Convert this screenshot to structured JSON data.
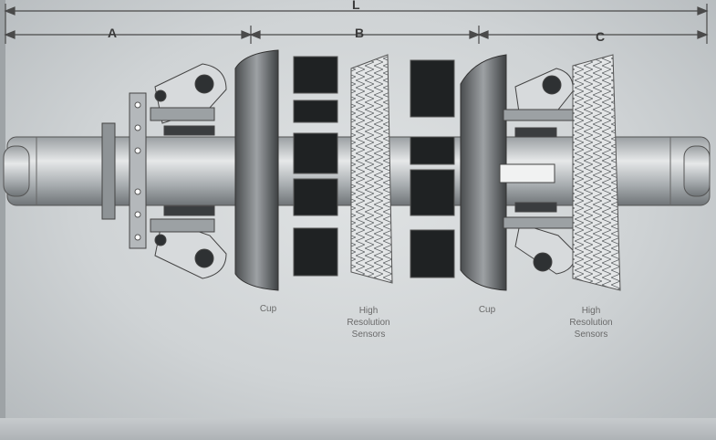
{
  "dimension_labels": {
    "overall": "L",
    "a": "A",
    "b": "B",
    "c": "C"
  },
  "captions": {
    "cup_left": "Cup",
    "sensors_left": [
      "High",
      "Resolution",
      "Sensors"
    ],
    "cup_right": "Cup",
    "sensors_right": [
      "High",
      "Resolution",
      "Sensors"
    ]
  }
}
